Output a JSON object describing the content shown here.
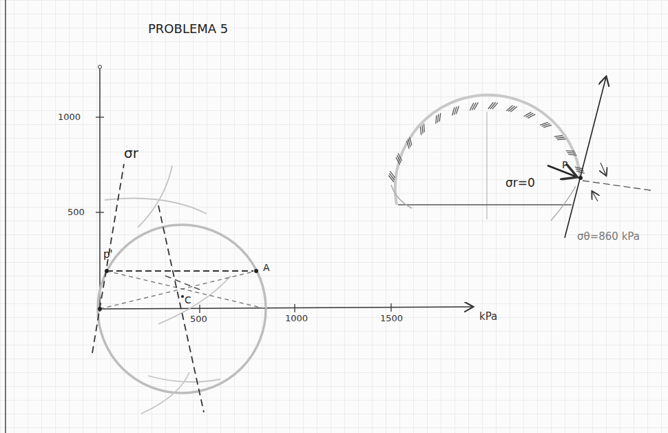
{
  "diagram": {
    "title": "PROBLEMA 5",
    "labels": [
      "1000",
      "500",
      "σr",
      "p'",
      "A",
      "C",
      "500",
      "1000",
      "1500",
      "kPa",
      "σr=0",
      "P",
      "σθ=860 kPa"
    ]
  }
}
